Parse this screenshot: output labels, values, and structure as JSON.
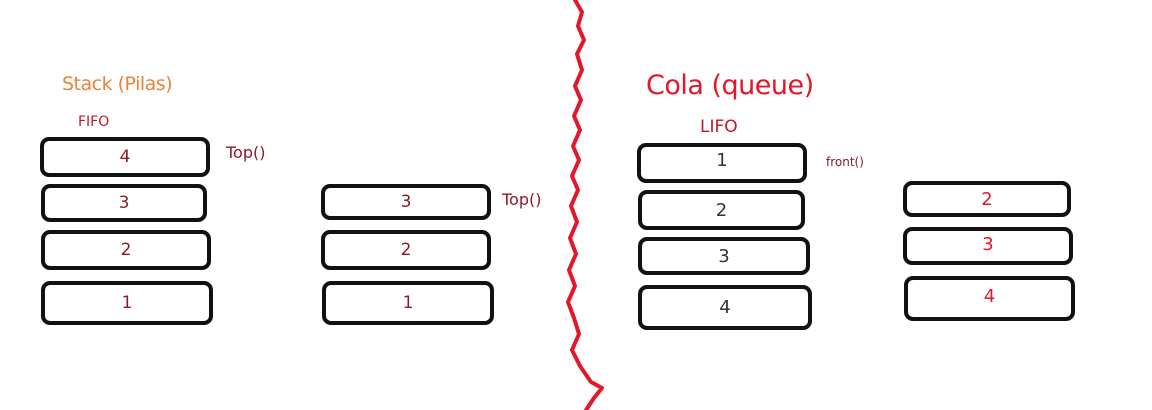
{
  "stack": {
    "title": "Stack (Pilas)",
    "order_label": "FIFO",
    "top_label": "Top()",
    "stack_before": [
      "4",
      "3",
      "2",
      "1"
    ],
    "stack_after": [
      "3",
      "2",
      "1"
    ]
  },
  "queue": {
    "title": "Cola (queue)",
    "order_label": "LIFO",
    "front_label": "front()",
    "queue_before": [
      "1",
      "2",
      "3",
      "4"
    ],
    "queue_after": [
      "2",
      "3",
      "4"
    ]
  },
  "colors": {
    "stack_title": "#e8833a",
    "red_text": "#c0182a",
    "dark_red_text": "#8b1a2b",
    "divider": "#e3162a",
    "outline": "#111111"
  }
}
